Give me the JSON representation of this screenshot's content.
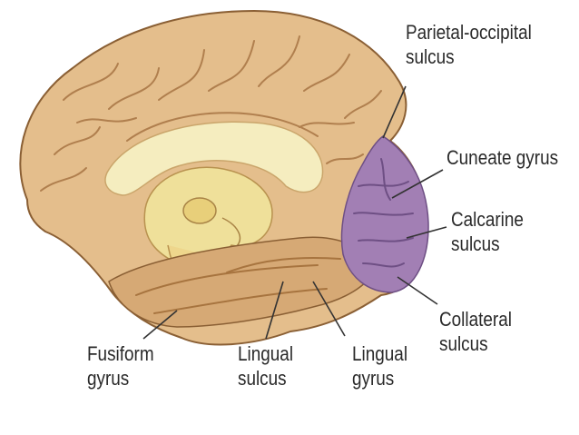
{
  "colors": {
    "brain": "#e4be8c",
    "brain_dark": "#c99a66",
    "brain_outline": "#8a5f34",
    "cerebellum_region": "#c9a27a",
    "ventricle": "#f5edbf",
    "ventricle_inner": "#efe09a",
    "occipital_highlight": "#a27fb4",
    "occipital_dark": "#7d5a93",
    "leader_line": "#333333",
    "text": "#2a2a2a"
  },
  "labels": {
    "parietal_occipital": {
      "line1": "Parietal-occipital",
      "line2": "sulcus"
    },
    "cuneate": {
      "line1": "Cuneate gyrus"
    },
    "calcarine": {
      "line1": "Calcarine",
      "line2": "sulcus"
    },
    "collateral": {
      "line1": "Collateral",
      "line2": "sulcus"
    },
    "fusiform": {
      "line1": "Fusiform",
      "line2": "gyrus"
    },
    "lingual_sulcus": {
      "line1": "Lingual",
      "line2": "sulcus"
    },
    "lingual_gyrus": {
      "line1": "Lingual",
      "line2": "gyrus"
    }
  }
}
